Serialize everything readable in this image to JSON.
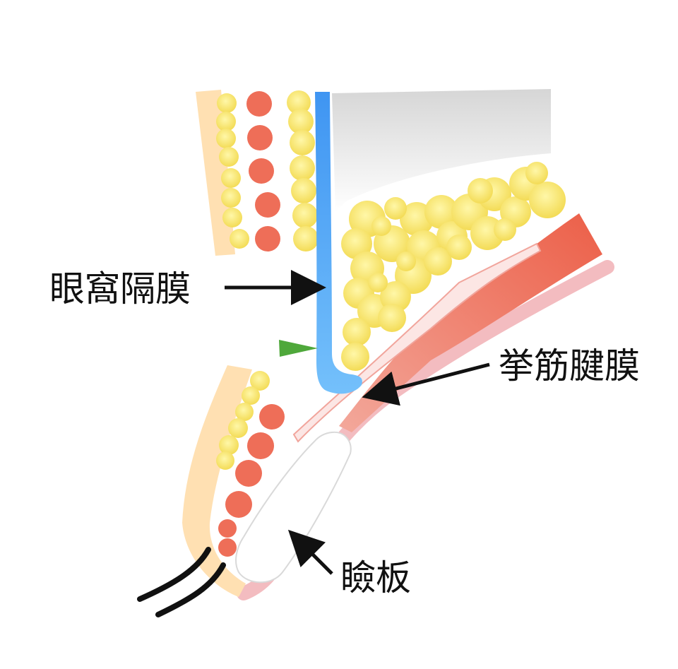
{
  "labels": {
    "orbital_septum": "眼窩隔膜",
    "levator_aponeurosis": "挙筋腱膜",
    "tarsus": "瞼板"
  },
  "colors": {
    "skin": "#FFE0B2",
    "muscle_dot": "#EE6E58",
    "fat": "#F9E15F",
    "septum": "#4A9EF5",
    "levator_muscle": "#EE6E58",
    "conjunctiva": "#F3BCC0",
    "pointer_arrowhead": "#4FA83B",
    "label_arrow": "#111111"
  }
}
